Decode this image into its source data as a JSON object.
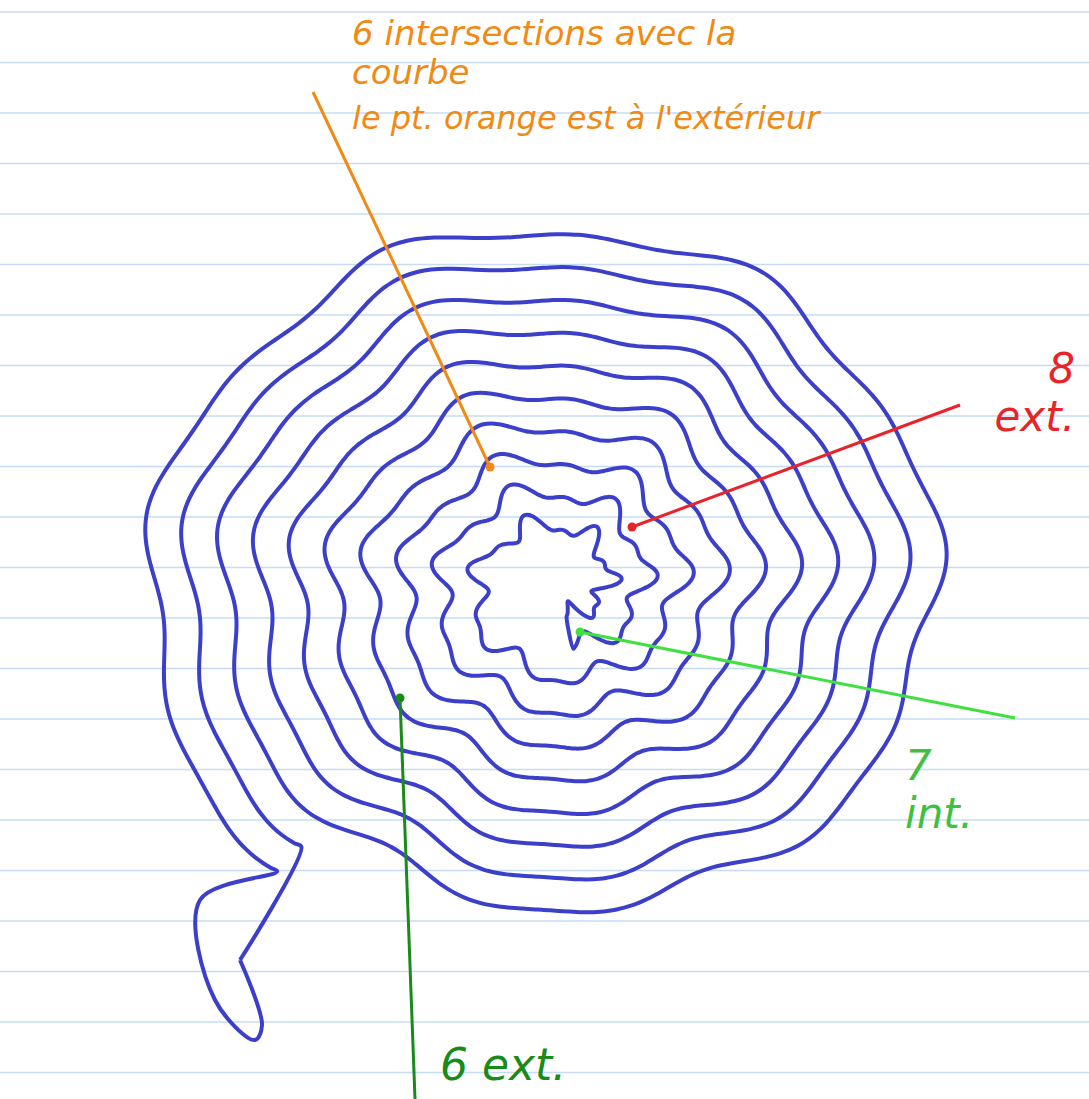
{
  "diagram": {
    "labels": [
      "6 intersections avec la courbe",
      "le pt. orange est à l'extérieur",
      "8 ext.",
      "7 int.",
      "6 ext."
    ]
  }
}
